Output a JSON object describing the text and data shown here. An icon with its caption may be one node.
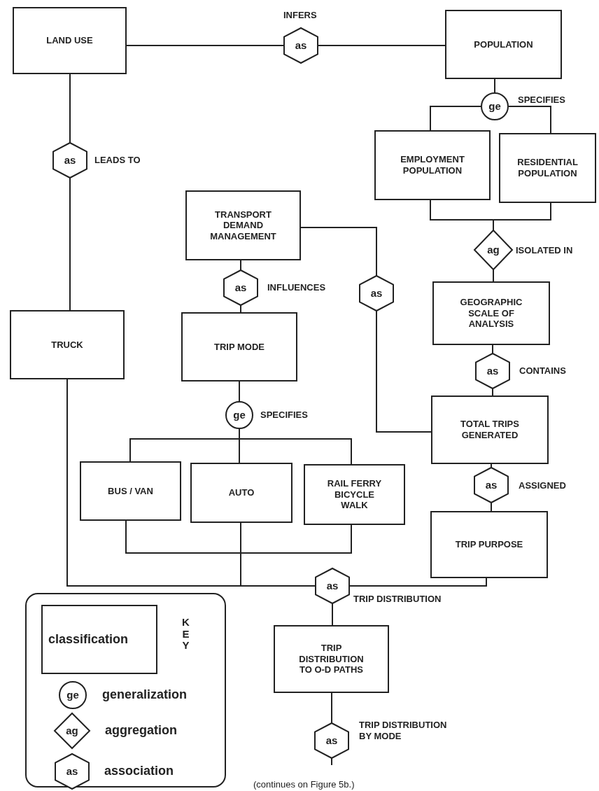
{
  "diagram": {
    "nodes": [
      {
        "text": [
          "LAND USE"
        ]
      },
      {
        "text": [
          "as"
        ],
        "beside": [
          "INFERS"
        ]
      },
      {
        "text": [
          "POPULATION"
        ]
      },
      {
        "text": [
          "ge"
        ],
        "beside": [
          "SPECIFIES"
        ]
      },
      {
        "text": [
          "EMPLOYMENT POPULATION"
        ]
      },
      {
        "text": [
          "RESIDENTIAL POPULATION"
        ]
      },
      {
        "text": [
          "as"
        ],
        "beside": [
          "LEADS TO"
        ]
      },
      {
        "text": [
          "TRANSPORT DEMAND MANAGEMENT"
        ]
      },
      {
        "text": [
          "ag"
        ],
        "beside": [
          "ISOLATED IN"
        ]
      },
      {
        "text": [
          "as"
        ],
        "beside": [
          "INFLUENCES"
        ]
      },
      {
        "text": [
          "as"
        ]
      },
      {
        "text": [
          "GEOGRAPHIC SCALE OF ANALYSIS"
        ]
      },
      {
        "text": [
          "TRUCK"
        ]
      },
      {
        "text": [
          "TRIP MODE"
        ]
      },
      {
        "text": [
          "as"
        ],
        "beside": [
          "CONTAINS"
        ]
      },
      {
        "text": [
          "ge"
        ],
        "beside": [
          "SPECIFIES"
        ]
      },
      {
        "text": [
          "TOTAL TRIPS GENERATED"
        ]
      },
      {
        "text": [
          "BUS / VAN"
        ]
      },
      {
        "text": [
          "AUTO"
        ]
      },
      {
        "text": [
          "RAIL FERRY BICYCLE WALK"
        ]
      },
      {
        "text": [
          "as"
        ],
        "beside": [
          "ASSIGNED"
        ]
      },
      {
        "text": [
          "TRIP PURPOSE"
        ]
      },
      {
        "text": [
          "as"
        ],
        "beside": [
          "TRIP DISTRIBUTION"
        ]
      },
      {
        "text": [
          "TRIP DISTRIBUTION TO O-D PATHS"
        ]
      },
      {
        "text": [
          "as"
        ],
        "beside": [
          "TRIP DISTRIBUTION BY MODE"
        ]
      }
    ],
    "edges": [
      {
        "from": 0,
        "to": 1,
        "arrow": "none"
      },
      {
        "from": 1,
        "to": 2,
        "arrow": "none"
      },
      {
        "from": 2,
        "to": 3,
        "arrow": "none"
      },
      {
        "from": 3,
        "to": 4,
        "arrow": "none"
      },
      {
        "from": 3,
        "to": 5,
        "arrow": "none"
      },
      {
        "from": 4,
        "to": 8,
        "arrow": "none"
      },
      {
        "from": 5,
        "to": 8,
        "arrow": "none"
      },
      {
        "from": 8,
        "to": 11,
        "arrow": "none"
      },
      {
        "from": 0,
        "to": 6,
        "arrow": "none"
      },
      {
        "from": 6,
        "to": 12,
        "arrow": "none"
      },
      {
        "from": 7,
        "to": 9,
        "arrow": "none"
      },
      {
        "from": 9,
        "to": 13,
        "arrow": "none"
      },
      {
        "from": 7,
        "to": 10,
        "arrow": "none"
      },
      {
        "from": 10,
        "to": 16,
        "arrow": "none"
      },
      {
        "from": 11,
        "to": 14,
        "arrow": "none"
      },
      {
        "from": 14,
        "to": 16,
        "arrow": "none"
      },
      {
        "from": 16,
        "to": 20,
        "arrow": "none"
      },
      {
        "from": 20,
        "to": 21,
        "arrow": "none"
      },
      {
        "from": 13,
        "to": 15,
        "arrow": "none"
      },
      {
        "from": 15,
        "to": 17,
        "arrow": "none"
      },
      {
        "from": 15,
        "to": 18,
        "arrow": "none"
      },
      {
        "from": 15,
        "to": 19,
        "arrow": "none"
      },
      {
        "from": 12,
        "to": 22,
        "arrow": "none"
      },
      {
        "from": 17,
        "to": 22,
        "arrow": "none"
      },
      {
        "from": 18,
        "to": 22,
        "arrow": "none"
      },
      {
        "from": 19,
        "to": 22,
        "arrow": "none"
      },
      {
        "from": 21,
        "to": 22,
        "arrow": "none"
      },
      {
        "from": 22,
        "to": 23,
        "arrow": "none"
      },
      {
        "from": 23,
        "to": 24,
        "arrow": "none"
      },
      {
        "from": 24,
        "to": null,
        "arrow": "none"
      }
    ],
    "labels": [
      "KEY",
      "ge",
      "ag",
      "as",
      "(continues on Figure 5b.)"
    ],
    "legend": [
      {
        "text": "classification"
      },
      {
        "text": "generalization"
      },
      {
        "text": "aggregation"
      },
      {
        "text": "association"
      }
    ]
  }
}
